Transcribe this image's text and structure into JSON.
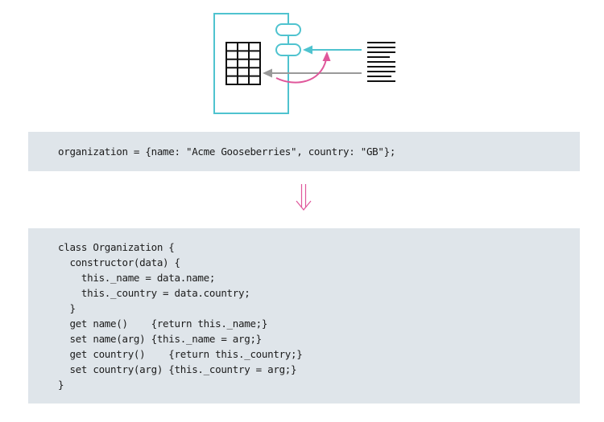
{
  "diagram": {
    "colors": {
      "object_outline": "#4fc3cf",
      "field_oval": "#4fc3cf",
      "incoming_arrow": "#4fc3cf",
      "outgoing_arrow": "#999999",
      "curved_arrow": "#e0579b",
      "table_stroke": "#111111",
      "text_lines": "#111111",
      "transform_arrow": "#e0579b"
    },
    "icons": [
      "table-icon",
      "field-oval-icon",
      "data-lines-icon",
      "transform-arrow-icon"
    ]
  },
  "code_before": {
    "text": "organization = {name: \"Acme Gooseberries\", country: \"GB\"};"
  },
  "code_after": {
    "lines": [
      "class Organization {",
      "  constructor(data) {",
      "    this._name = data.name;",
      "    this._country = data.country;",
      "  }",
      "  get name()    {return this._name;}",
      "  set name(arg) {this._name = arg;}",
      "  get country()    {return this._country;}",
      "  set country(arg) {this._country = arg;}",
      "}"
    ]
  }
}
